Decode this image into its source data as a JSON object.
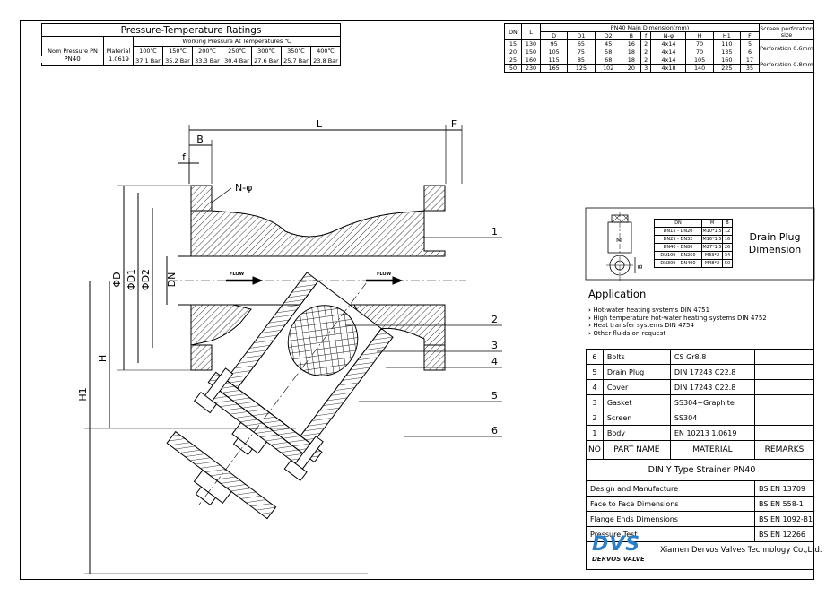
{
  "pressure_table": {
    "title": "Pressure-Temperature Ratings",
    "col_nom": "Nom Pressure PN",
    "col_material": "Material",
    "col_working": "Working Pressure At Temperatures ℃",
    "temps": [
      "100℃",
      "150℃",
      "200℃",
      "250℃",
      "300℃",
      "350℃",
      "400℃"
    ],
    "pn": "PN40",
    "material": "1.0619",
    "pressures": [
      "37.1 Bar",
      "35.2 Bar",
      "33.3 Bar",
      "30.4 Bar",
      "27.6 Bar",
      "25.7 Bar",
      "23.8 Bar"
    ]
  },
  "dimension_table": {
    "title": "PN40 Main Dimension(mm)",
    "col_dn": "DN",
    "col_l": "L",
    "cols": [
      "D",
      "D1",
      "D2",
      "B",
      "f",
      "N-φ",
      "H",
      "H1",
      "F"
    ],
    "screen_header": "Screen perforation size",
    "rows": [
      [
        "15",
        "130",
        "95",
        "65",
        "45",
        "16",
        "2",
        "4x14",
        "70",
        "110",
        "5"
      ],
      [
        "20",
        "150",
        "105",
        "75",
        "58",
        "18",
        "2",
        "4x14",
        "70",
        "135",
        "6"
      ],
      [
        "25",
        "160",
        "115",
        "85",
        "68",
        "18",
        "2",
        "4x14",
        "105",
        "160",
        "17"
      ],
      [
        "50",
        "230",
        "165",
        "125",
        "102",
        "20",
        "3",
        "4x18",
        "140",
        "225",
        "35"
      ]
    ],
    "perf_small": "Perforation 0.6mm",
    "perf_large": "Perforation 0.8mm"
  },
  "drawing": {
    "L": "L",
    "F": "F",
    "B": "B",
    "f": "f",
    "N_phi": "N-φ",
    "D": "ΦD",
    "D1": "ΦD1",
    "D2": "ΦD2",
    "DN": "DN",
    "H": "H",
    "H1": "H1",
    "flow": "FLOW",
    "callouts": [
      "1",
      "2",
      "3",
      "4",
      "5",
      "6"
    ]
  },
  "drain_plug": {
    "title_line1": "Drain Plug",
    "title_line2": "Dimension",
    "label_M": "M",
    "label_B": "B",
    "table_head": [
      "DN",
      "M",
      "B"
    ],
    "rows": [
      [
        "DN15 - DN20",
        "M10*1.5",
        "12"
      ],
      [
        "DN25 - DN32",
        "M16*1.5",
        "16"
      ],
      [
        "DN40 - DN80",
        "M27*1.5",
        "26"
      ],
      [
        "DN100 - DN250",
        "M33*2",
        "34"
      ],
      [
        "DN300 - DN400",
        "M48*2",
        "50"
      ]
    ]
  },
  "application": {
    "title": "Application",
    "items": [
      "Hot-water heating systems DIN 4751",
      "High temperature hot-water heating systems DIN 4752",
      "Heat transfer systems DIN 4754",
      "Other fluids on request"
    ]
  },
  "parts": {
    "rows": [
      {
        "no": "6",
        "name": "Bolts",
        "material": "CS Gr8.8",
        "remarks": ""
      },
      {
        "no": "5",
        "name": "Drain Plug",
        "material": "DIN 17243 C22.8",
        "remarks": ""
      },
      {
        "no": "4",
        "name": "Cover",
        "material": "DIN 17243 C22.8",
        "remarks": ""
      },
      {
        "no": "3",
        "name": "Gasket",
        "material": "SS304+Graphite",
        "remarks": ""
      },
      {
        "no": "2",
        "name": "Screen",
        "material": "SS304",
        "remarks": ""
      },
      {
        "no": "1",
        "name": "Body",
        "material": "EN 10213 1.0619",
        "remarks": ""
      }
    ],
    "header": {
      "no": "NO",
      "name": "PART NAME",
      "material": "MATERIAL",
      "remarks": "REMARKS"
    },
    "title": "DIN Y Type Strainer PN40",
    "standards": [
      {
        "label": "Design and Manufacture",
        "value": "BS EN 13709"
      },
      {
        "label": "Face to Face Dimensions",
        "value": "BS EN 558-1"
      },
      {
        "label": "Flange Ends Dimensions",
        "value": "BS EN 1092-B1"
      },
      {
        "label": "Pressure Test",
        "value": "BS EN 12266"
      }
    ]
  },
  "company": {
    "logo": "DVS",
    "logo_sub": "DERVOS VALVE",
    "name": "Xiamen Dervos Valves Technology Co.,Ltd."
  }
}
